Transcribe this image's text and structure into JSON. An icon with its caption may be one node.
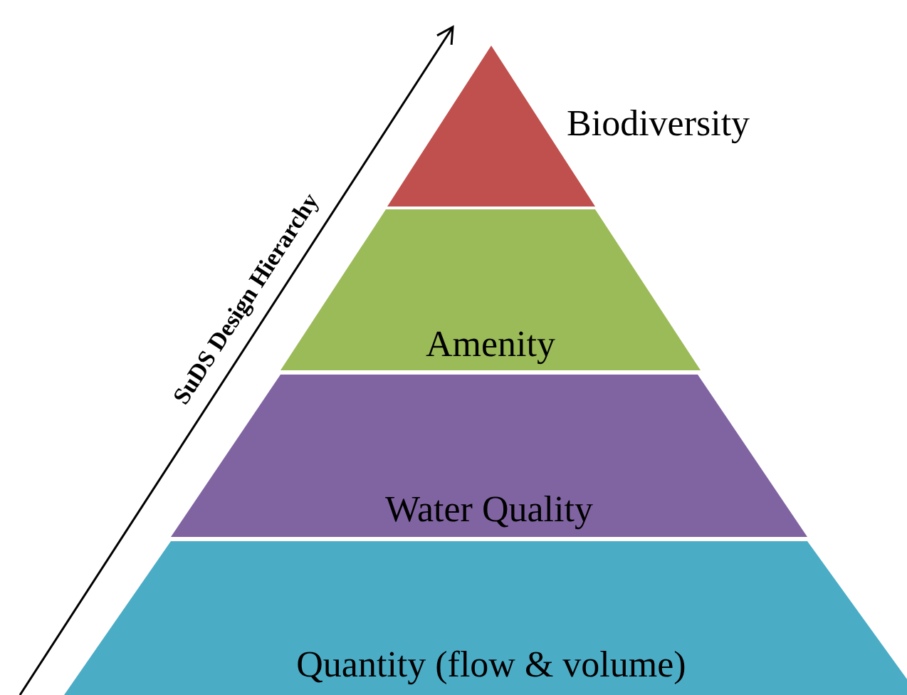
{
  "diagram": {
    "nodes": [
      {
        "text": [
          "Biodiversity"
        ]
      },
      {
        "text": [
          "Amenity"
        ]
      },
      {
        "text": [
          "Water Quality"
        ]
      },
      {
        "text": [
          "Quantity (flow & volume)"
        ]
      }
    ],
    "labels": [
      "SuDS Design Hierarchy"
    ]
  }
}
